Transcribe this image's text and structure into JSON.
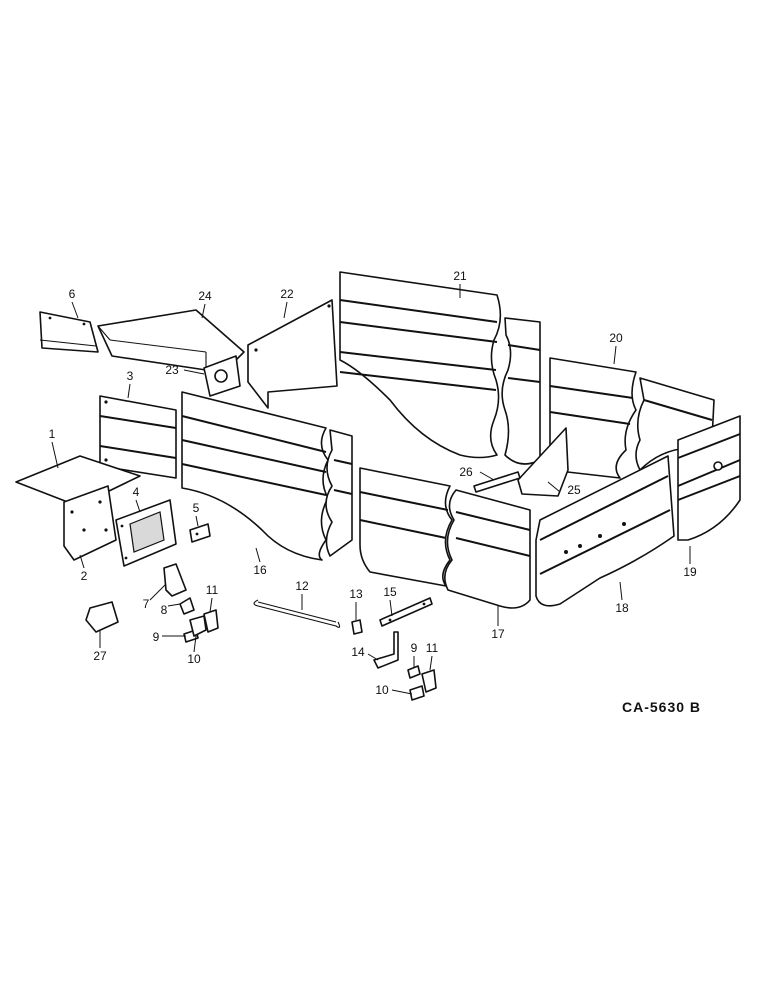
{
  "drawing_code": "CA-5630 B",
  "callouts": {
    "c1": "1",
    "c2": "2",
    "c3": "3",
    "c4": "4",
    "c5": "5",
    "c6": "6",
    "c7": "7",
    "c8": "8",
    "c9a": "9",
    "c9b": "9",
    "c10a": "10",
    "c10b": "10",
    "c11a": "11",
    "c11b": "11",
    "c12": "12",
    "c13": "13",
    "c14": "14",
    "c15": "15",
    "c16": "16",
    "c17": "17",
    "c18": "18",
    "c19": "19",
    "c20": "20",
    "c21": "21",
    "c22": "22",
    "c23": "23",
    "c24": "24",
    "c25": "25",
    "c26": "26",
    "c27": "27"
  }
}
